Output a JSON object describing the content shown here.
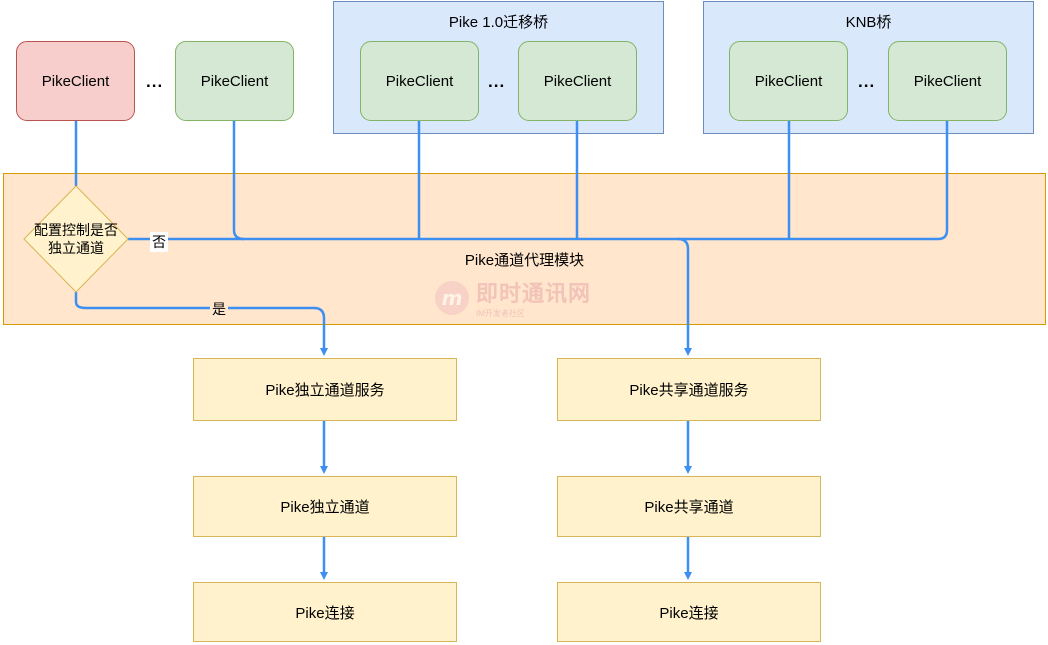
{
  "groups": {
    "pike_bridge_title": "Pike 1.0迁移桥",
    "knb_bridge_title": "KNB桥"
  },
  "clients": {
    "client_label": "PikeClient",
    "ellipsis": "..."
  },
  "decision": {
    "label": "配置控制是否独立通道",
    "yes_label": "是",
    "no_label": "否"
  },
  "proxy_module": {
    "label": "Pike通道代理模块"
  },
  "left_column": {
    "service": "Pike独立通道服务",
    "channel": "Pike独立通道",
    "connection": "Pike连接"
  },
  "right_column": {
    "service": "Pike共享通道服务",
    "channel": "Pike共享通道",
    "connection": "Pike连接"
  },
  "watermark": {
    "text": "即时通讯网",
    "sub": "IM开发者社区"
  },
  "colors": {
    "edge": "#3d8ff2",
    "client_green": "#d5e8d4",
    "client_red": "#f8cecc",
    "bridge_blue": "#dae8fc",
    "proxy_orange": "#ffe6cc",
    "service_yellow": "#fff2cc"
  }
}
